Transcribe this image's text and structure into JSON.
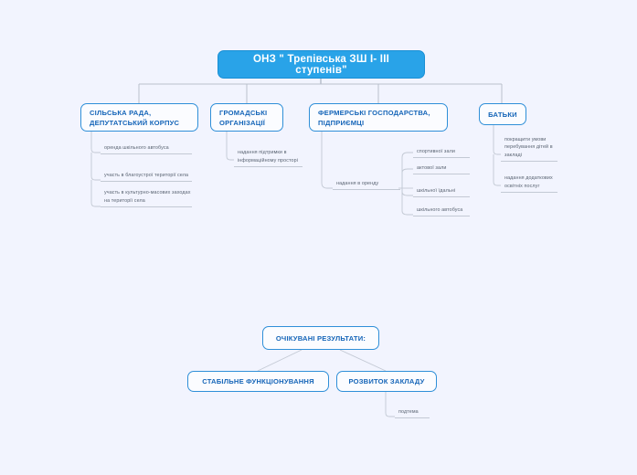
{
  "diagram": {
    "type": "mindmap",
    "background_color": "#f2f4fe",
    "root_color": "#29a3e8",
    "branch_border_color": "#2f8fd8",
    "branch_text_color": "#1565b8",
    "leaf_text_color": "#5a6472",
    "connector_color": "#b9c0cc",
    "root": {
      "label": "ОНЗ \" Трепівська ЗШ I- III ступенів\""
    },
    "branches": [
      {
        "label": "СІЛЬСЬКА РАДА, ДЕПУТАТСЬКИЙ КОРПУС",
        "leaves": [
          {
            "label": "оренда шкільного автобуса"
          },
          {
            "label": "участь в благоустрої території села"
          },
          {
            "label": "участь в культурно-масових заходах на території села"
          }
        ]
      },
      {
        "label": "ГРОМАДСЬКІ ОРГАНІЗАЦІЇ",
        "leaves": [
          {
            "label": "надання підтримки в інформаційному просторі"
          }
        ]
      },
      {
        "label": "ФЕРМЕРСЬКІ ГОСПОДАРСТВА, ПІДПРИЄМЦІ",
        "leaves": [
          {
            "label": "надання в оренду"
          }
        ],
        "sub_leaves": [
          {
            "label": "спортивної зали"
          },
          {
            "label": "актової зали"
          },
          {
            "label": "шкільної їдальні"
          },
          {
            "label": "шкільного автобуса"
          }
        ]
      },
      {
        "label": "БАТЬКИ",
        "leaves": [
          {
            "label": "покращити умови перебування дітей в закладі"
          },
          {
            "label": "надання додаткових освітніх послуг"
          }
        ]
      }
    ],
    "results": {
      "root": {
        "label": "ОЧІКУВАНІ РЕЗУЛЬТАТИ:"
      },
      "children": [
        {
          "label": "СТАБІЛЬНЕ ФУНКЦІОНУВАННЯ"
        },
        {
          "label": "РОЗВИТОК ЗАКЛАДУ"
        }
      ],
      "leaves": [
        {
          "label": "подтема"
        }
      ]
    }
  }
}
